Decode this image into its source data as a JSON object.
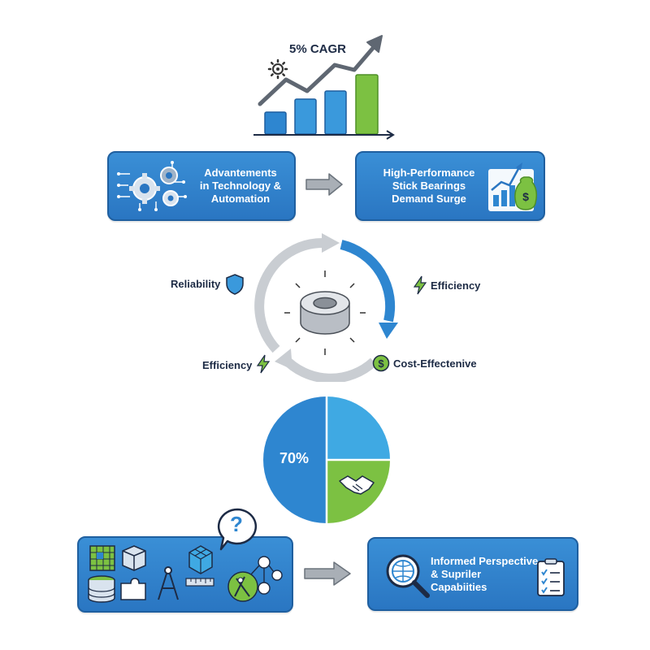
{
  "growth": {
    "label": "5% CAGR"
  },
  "cards": {
    "tech": {
      "lines": [
        "Advantements",
        "in Technology &",
        "Automation"
      ]
    },
    "demand": {
      "lines": [
        "High-Performance",
        "Stick Bearings",
        "Demand Surge"
      ]
    },
    "informed": {
      "lines": [
        "Informed Perspective",
        "& Supriler",
        "Capabiities"
      ]
    }
  },
  "cycle": {
    "reliability": "Reliability",
    "efficiency_right": "Efficiency",
    "efficiency_left": "Efficiency",
    "cost": "Cost-Effectenive"
  },
  "pie": {
    "percent_label": "70%"
  },
  "question": "?",
  "colors": {
    "card_blue": "#2a76c2",
    "accent_blue": "#2e86d0",
    "light_blue": "#3fa9e3",
    "green": "#7cc142",
    "gray_arrow": "#c9cdd2"
  }
}
